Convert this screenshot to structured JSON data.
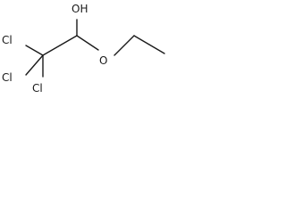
{
  "molecule": {
    "atoms": {
      "hydroxyl": "OH",
      "ether_oxygen": "O",
      "chlorine_top": "Cl",
      "chlorine_left": "Cl",
      "chlorine_bottom": "Cl"
    },
    "colors": {
      "ink": "#1a1a1a",
      "background": "#ffffff"
    }
  }
}
